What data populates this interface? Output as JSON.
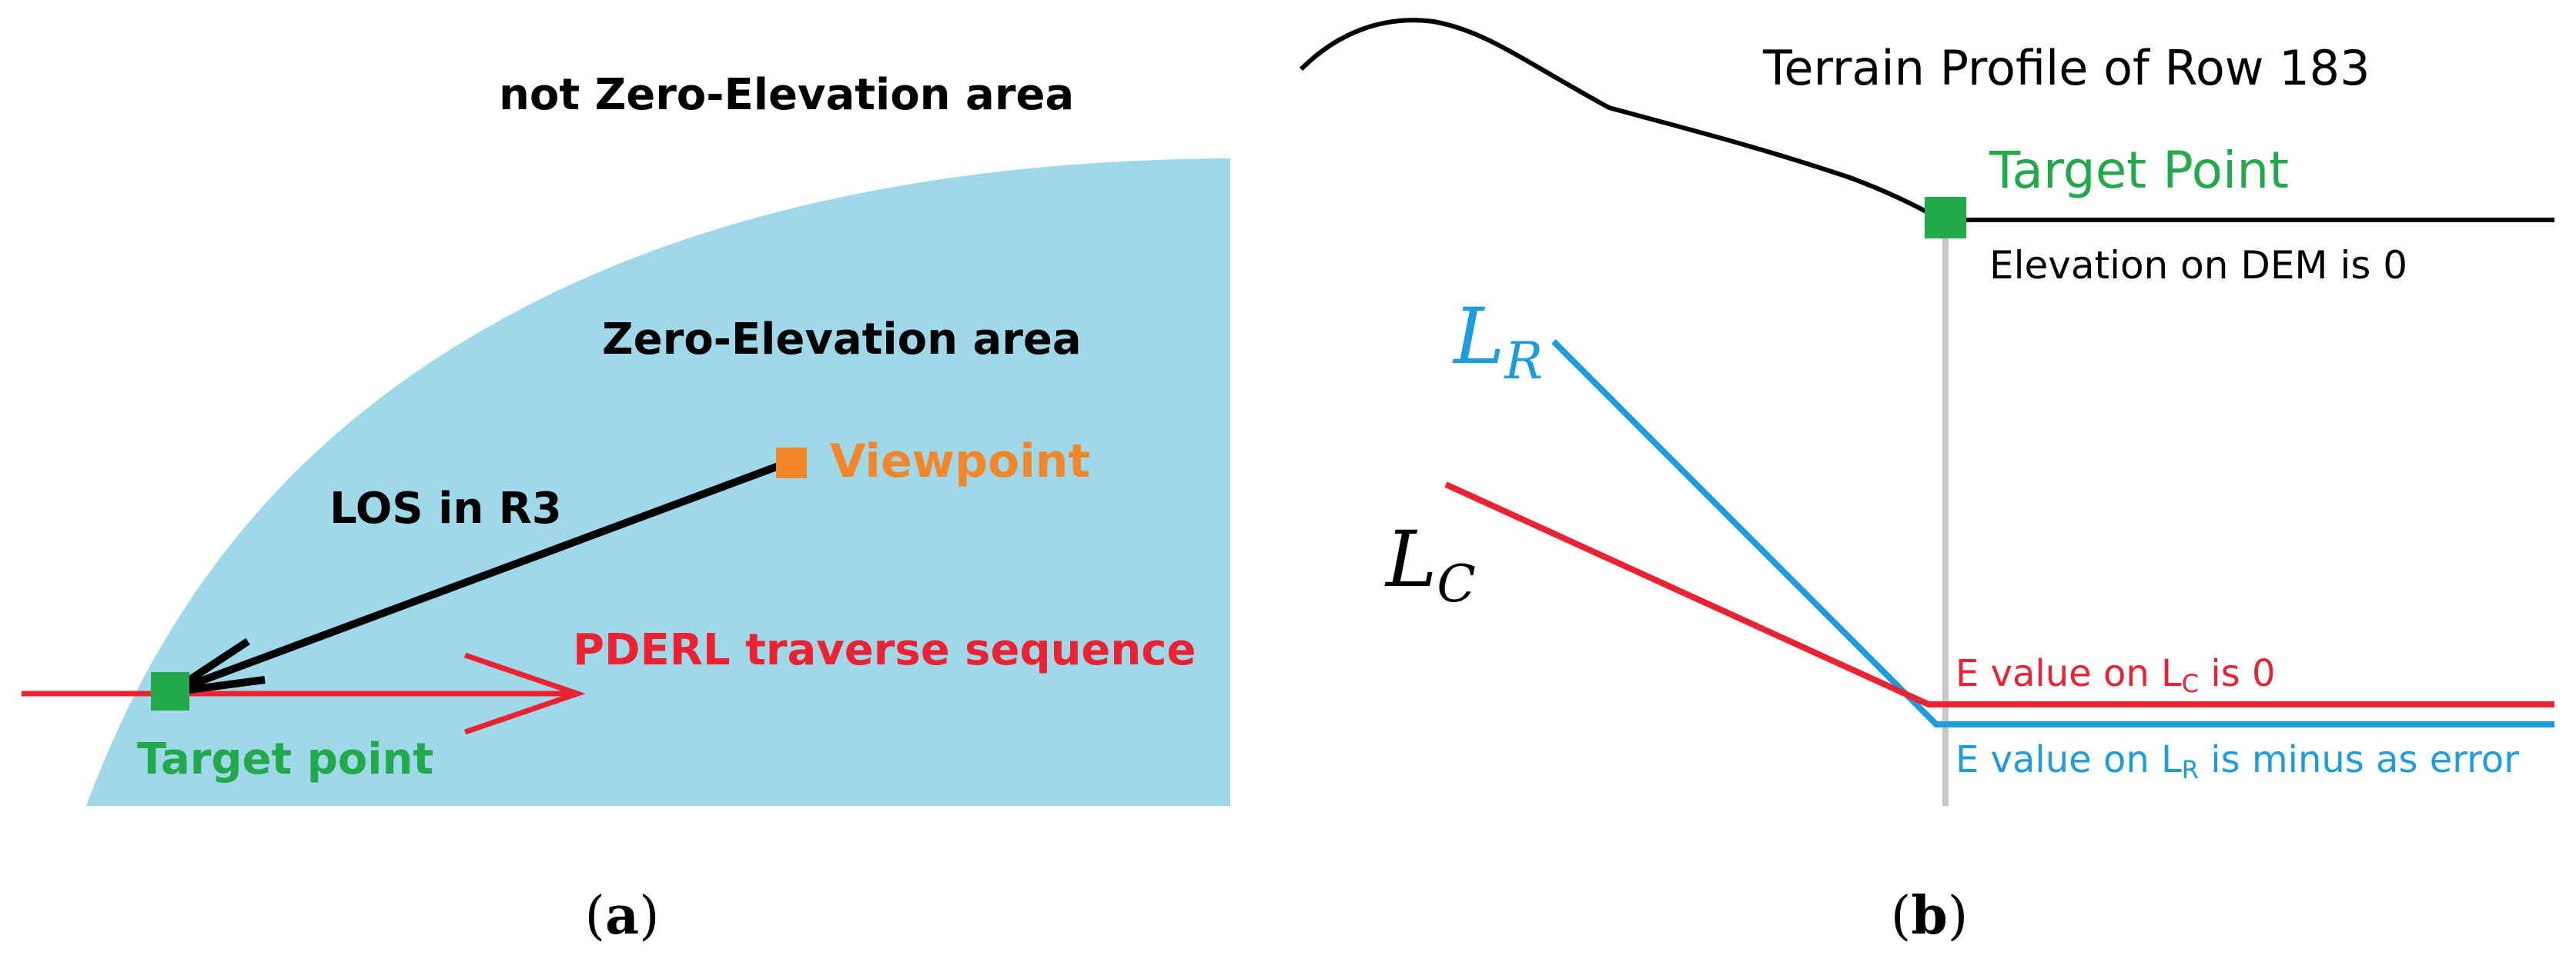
{
  "panel_a": {
    "label_not_zero": "not Zero-Elevation area",
    "label_zero": "Zero-Elevation area",
    "viewpoint_label": "Viewpoint",
    "los_label": "LOS in R3",
    "pderl_label": "PDERL traverse sequence",
    "target_label": "Target point",
    "caption": "a",
    "colors": {
      "zero_area": "#9fd9e9",
      "viewpoint": "#f4862a",
      "target": "#22a94c",
      "pderl": "#ec2233",
      "los": "#000000"
    }
  },
  "panel_b": {
    "title": "Terrain Profile of Row 183",
    "target_label": "Target Point",
    "elevation_note": "Elevation on DEM is 0",
    "lr_main": "L",
    "lr_sub": "R",
    "lc_main": "L",
    "lc_sub": "C",
    "e_lc_prefix": "E value on L",
    "e_lc_sub": "C",
    "e_lc_suffix": " is 0",
    "e_lr_prefix": "E value on L",
    "e_lr_sub": "R",
    "e_lr_suffix": " is minus as error",
    "caption": "b",
    "colors": {
      "terrain": "#000000",
      "target": "#22a94c",
      "lr": "#1e9ce0",
      "lc": "#ec2233",
      "guide": "#c8c8c8"
    }
  }
}
